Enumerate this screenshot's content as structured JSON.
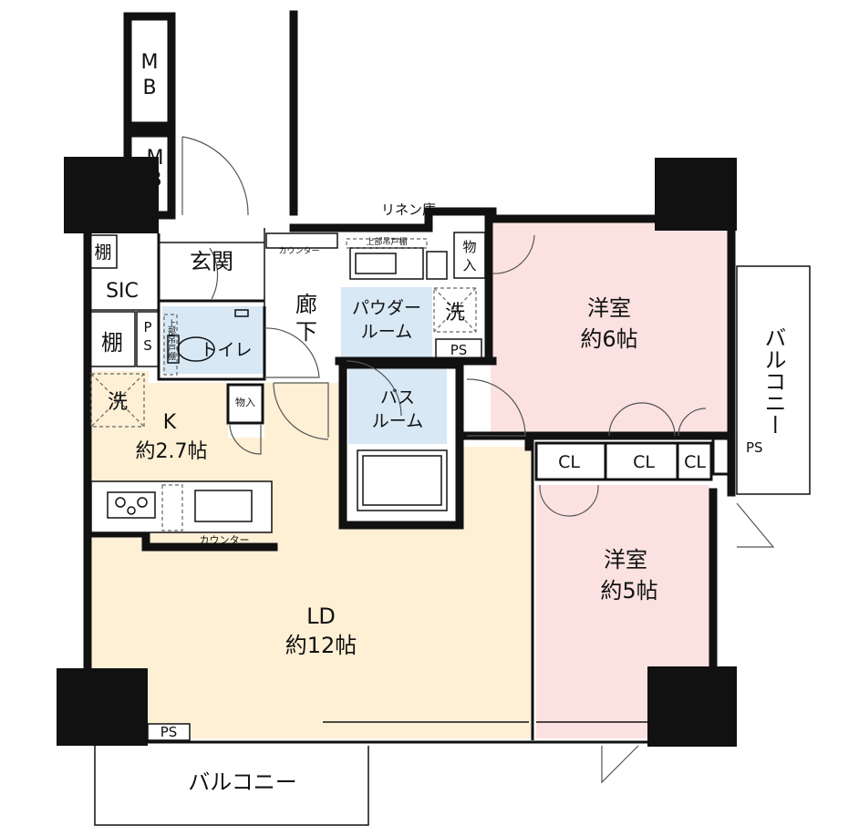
{
  "labels": {
    "mb_top": "MB",
    "mb_bottom": "MB",
    "linen": "リネン庫",
    "upper_shelf": "上部吊戸棚",
    "genkan": "玄関",
    "counter_hall": "カウンター",
    "shelf_top": "棚",
    "sic": "SIC",
    "shelf_bottom": "棚",
    "ps_left": "PS",
    "toilet": "トイレ",
    "toilet_upper_shelf": "上部吊戸棚",
    "rouka": "廊下",
    "powder": "パウダールーム",
    "wash_top": "洗",
    "storage_top": "物入",
    "ps_powder": "PS",
    "bath": "バスルーム",
    "storage_mid": "物入",
    "wash_kitchen": "洗",
    "kitchen_k": "K",
    "kitchen_size": "約2.7帖",
    "counter_kitchen": "カウンター",
    "western1": "洋室",
    "western1_size": "約6帖",
    "balcony_right": "バルコニー",
    "ps_right": "PS",
    "cl_1": "CL",
    "cl_2": "CL",
    "cl_3": "CL",
    "western2": "洋室",
    "western2_size": "約5帖",
    "ld": "LD",
    "ld_size": "約12帖",
    "ps_bottom": "PS",
    "balcony_bottom": "バルコニー"
  },
  "colors": {
    "ld_kitchen": "#fdf0d5",
    "western": "#fbe2e0",
    "wet_area": "#d8e8f5",
    "wall": "#111111",
    "background": "#ffffff"
  }
}
